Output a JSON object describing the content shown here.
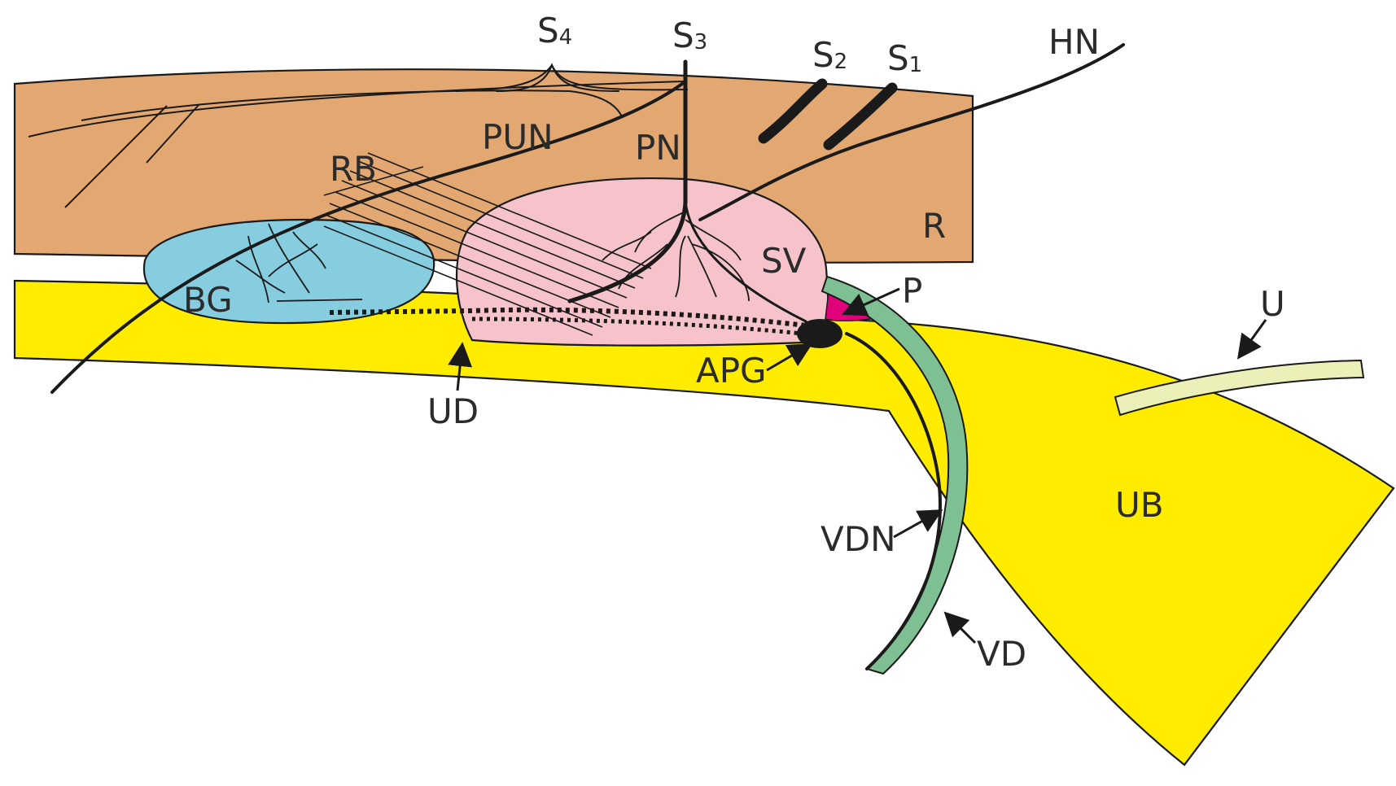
{
  "colors": {
    "rectum": "#e3a872",
    "urethra": "#ffec00",
    "bulbourethral_gland": "#86cde0",
    "seminal_vesicle": "#f5c3c9",
    "prostate": "#e0007a",
    "vas_deferens": "#7fbf94",
    "ureter": "#ecefb8",
    "nerve": "#1a1a1a"
  },
  "labels": {
    "s4": "S",
    "s4_sub": "4",
    "s3": "S",
    "s3_sub": "3",
    "s2": "S",
    "s2_sub": "2",
    "s1": "S",
    "s1_sub": "1",
    "hn": "HN",
    "pun": "PUN",
    "pn": "PN",
    "rb": "RB",
    "r": "R",
    "sv": "SV",
    "p": "P",
    "bg": "BG",
    "u": "U",
    "apg": "APG",
    "ud": "UD",
    "ub": "UB",
    "vdn": "VDN",
    "vd": "VD"
  }
}
